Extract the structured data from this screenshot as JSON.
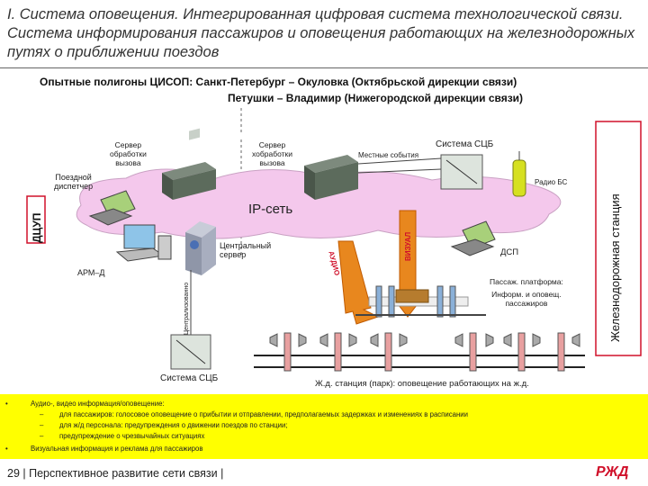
{
  "title": "I. Система оповещения. Интегрированная цифровая система технологической связи. Система информирования пассажиров и оповещения работающих на железнодорожных путях о приближении поездов",
  "subtitle_line1": "Опытные полигоны ЦИСОП: Санкт-Петербург – Окуловка (Октябрьской дирекции связи)",
  "subtitle_line2": "Петушки – Владимир (Нижегородской дирекции связи)",
  "labels": {
    "dcup": "ДЦУП",
    "station": "Железнодорожная станция",
    "server1": [
      "Сервер",
      "обработки",
      "вызова"
    ],
    "server2": [
      "Сервер",
      "хобработки",
      "вызова"
    ],
    "dispatcher": [
      "Поездной",
      "диспетчер"
    ],
    "arm": "АРМ–Д",
    "ip_net": "IP-сеть",
    "central_server": [
      "Центральный",
      "сервер"
    ],
    "centralized": "Централизованно",
    "local_events": "Местные события",
    "scb_top": "Система СЦБ",
    "radio": "Радио БС",
    "audio": "АУДИО",
    "video": "ВИЗУАЛ",
    "dsp": "ДСП",
    "platform": [
      "Пассаж. платформа:",
      "Информ. и оповещ.",
      "пассажиров"
    ],
    "scb_bottom": "Система СЦБ",
    "yard": "Ж.д. станция (парк): оповещение работающих на ж.д."
  },
  "bullets": {
    "b1": "Аудио-, видео информация/оповещение:",
    "s1": "для пассажиров: голосовое оповещение о прибытии и отправлении, предполагаемых задержках и изменениях в расписании",
    "s2": "для ж/д персонала: предупреждения о движении поездов по станции;",
    "s3": "предупреждение о чрезвычайных ситуациях",
    "b2": "Визуальная информация и реклама для пассажиров"
  },
  "footer": "29 | Перспективное развитие сети связи |",
  "logo": "РЖД",
  "colors": {
    "cloud": "#f4c8ec",
    "accent": "#d0102a",
    "yellow": "#ffff00",
    "server": "#5c6b5c",
    "orange": "#e8871e"
  }
}
